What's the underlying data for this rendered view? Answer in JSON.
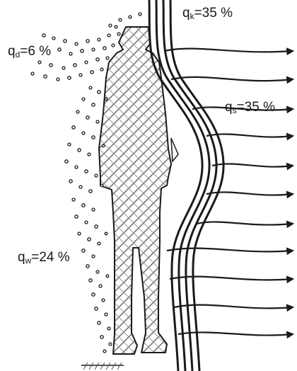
{
  "labels": {
    "qk": {
      "symbol": "q",
      "subscript": "k",
      "value": "=35 %"
    },
    "qd": {
      "symbol": "q",
      "subscript": "d",
      "value": "=6 %"
    },
    "qs": {
      "symbol": "q",
      "subscript": "s",
      "value": "=35 %"
    },
    "qw": {
      "symbol": "q",
      "subscript": "w",
      "value": "=24 %"
    }
  },
  "colors": {
    "ink": "#1a1a1a",
    "background": "#ffffff",
    "hatch": "#777777"
  },
  "icons": {
    "figure": "standing-person-silhouette",
    "dots": "perspiration-droplets",
    "lines": "convection-boundary-layer",
    "arrows": "radiation-arrows"
  }
}
